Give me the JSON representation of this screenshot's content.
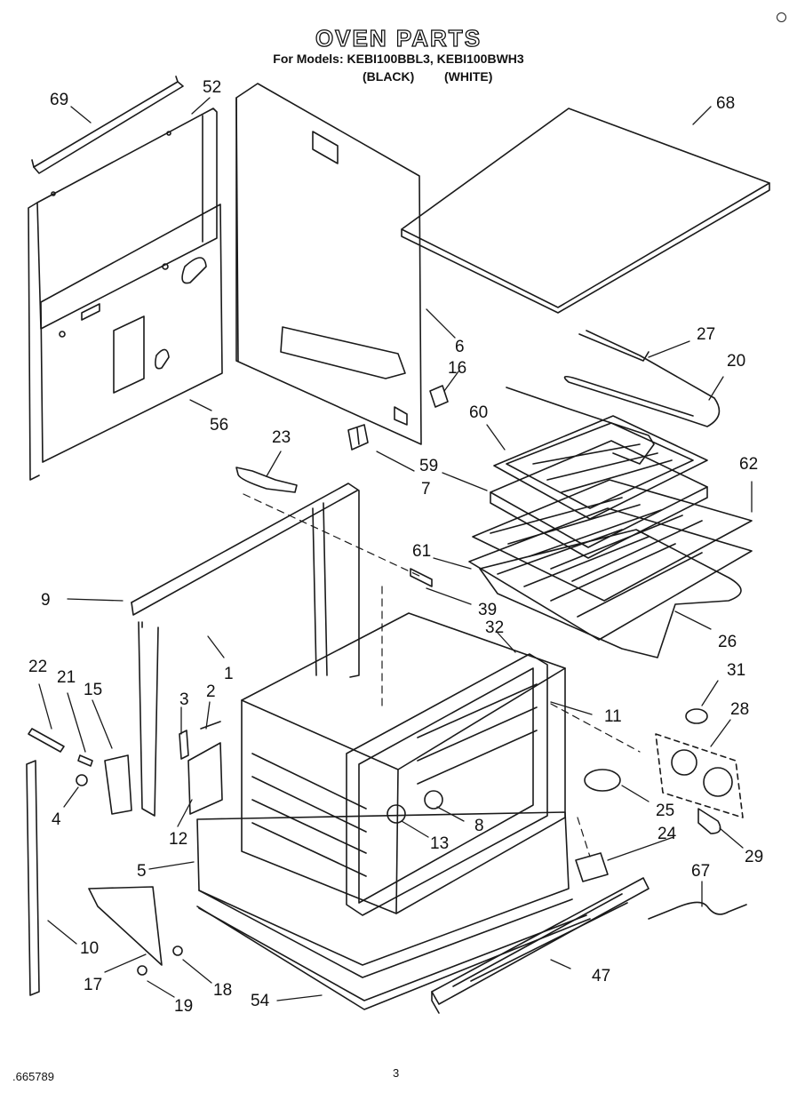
{
  "header": {
    "title": "OVEN PARTS",
    "models_line": "For Models: KEBI100BBL3, KEBI100BWH3",
    "color_black": "(BLACK)",
    "color_white": "(WHITE)"
  },
  "footer": {
    "code": ".665789",
    "page": "3"
  },
  "callouts": {
    "c69": "69",
    "c52": "52",
    "c68": "68",
    "c6": "6",
    "c16": "16",
    "c27": "27",
    "c20": "20",
    "c56": "56",
    "c23": "23",
    "c7": "7",
    "c60": "60",
    "c59": "59",
    "c62": "62",
    "c61": "61",
    "c9": "9",
    "c39": "39",
    "c26": "26",
    "c32": "32",
    "c22": "22",
    "c21": "21",
    "c15": "15",
    "c1": "1",
    "c31": "31",
    "c3": "3",
    "c2": "2",
    "c28": "28",
    "c11": "11",
    "c4": "4",
    "c12": "12",
    "c8": "8",
    "c25": "25",
    "c13": "13",
    "c24": "24",
    "c29": "29",
    "c5": "5",
    "c67": "67",
    "c10": "10",
    "c47": "47",
    "c17": "17",
    "c18": "18",
    "c19": "19",
    "c54": "54"
  }
}
